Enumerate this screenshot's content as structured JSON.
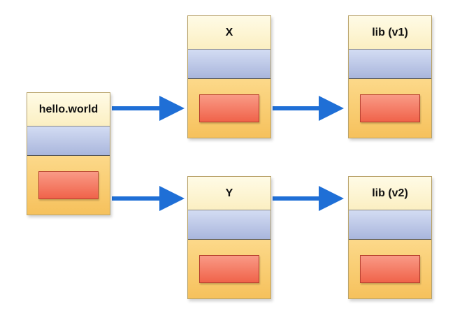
{
  "modules": {
    "hello_world": {
      "label": "hello.world"
    },
    "x": {
      "label": "X"
    },
    "lib_v1": {
      "label": "lib (v1)"
    },
    "y": {
      "label": "Y"
    },
    "lib_v2": {
      "label": "lib (v2)"
    }
  },
  "colors": {
    "arrow": "#1f6fd6",
    "header": "#fbefc2",
    "middle_band": "#a9b6dc",
    "body": "#f6c15c",
    "implementation_block": "#f0634a"
  },
  "edges": [
    {
      "from": "hello.world",
      "to": "X"
    },
    {
      "from": "hello.world",
      "to": "Y"
    },
    {
      "from": "X",
      "to": "lib (v1)"
    },
    {
      "from": "Y",
      "to": "lib (v2)"
    }
  ]
}
